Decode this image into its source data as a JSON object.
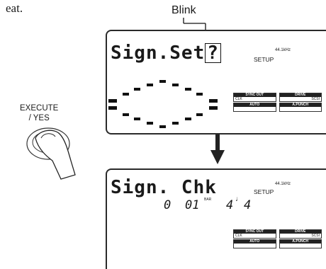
{
  "top_fragment": "eat.",
  "blink_label": "Blink",
  "lcd1": {
    "title_prefix": "Sign.Set",
    "title_blink_char": "?",
    "setup_label": "SETUP",
    "freq_label": "44.1kHz"
  },
  "lcd2": {
    "title": "Sign. Chk",
    "setup_label": "SETUP",
    "freq_label": "44.1kHz",
    "bar_value_a": "0",
    "bar_value_b": "01",
    "bar_label": "BAR",
    "signature_num": "4",
    "signature_den": "4"
  },
  "indicators": {
    "sync_out": "SYNC OUT",
    "clk": "CLK",
    "drive": "DRIVE",
    "scsi": "SCSI",
    "auto": "AUTO",
    "apunch": "A.PUNCH"
  },
  "execute_label_line1": "EXECUTE",
  "execute_label_line2": "/ YES"
}
